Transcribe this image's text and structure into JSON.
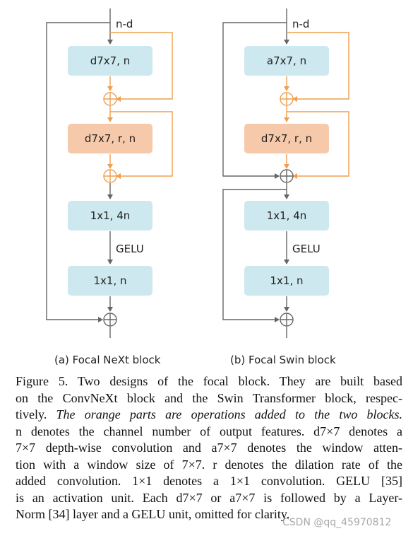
{
  "left": {
    "input_label": "n-d",
    "box1": "d7x7, n",
    "box2": "d7x7, r, n",
    "box3": "1x1, 4n",
    "act": "GELU",
    "box4": "1x1, n",
    "sublabel": "(a) Focal NeXt block"
  },
  "right": {
    "input_label": "n-d",
    "box1": "a7x7, n",
    "box2": "d7x7, r, n",
    "box3": "1x1, 4n",
    "act": "GELU",
    "box4": "1x1, n",
    "sublabel": "(b) Focal Swin block"
  },
  "colors": {
    "blue_box": "#cde8ef",
    "orange_box": "#f6c9aa",
    "orange_line": "#ef9f4e",
    "gray_line": "#666666",
    "ref_green": "#2bb32b"
  },
  "caption": {
    "l1": "Figure 5.  Two designs of the focal block.  They are built based",
    "l2": "on the ConvNeXt block and the Swin Transformer block, respec-",
    "l3a": "tively. ",
    "l3b": "The orange parts are operations added to the two blocks.",
    "l4": "n denotes the channel number of output features. d7×7 denotes a",
    "l5": "7×7 depth-wise convolution and a7×7 denotes the window atten-",
    "l6": "tion with a window size of 7×7. r denotes the dilation rate of the",
    "l7": "added convolution.  1×1 denotes a 1×1 convolution.  GELU [35]",
    "l8": "is an activation unit. Each d7×7 or a7×7 is followed by a Layer-",
    "l9": "Norm [34] layer and a GELU unit, omitted for clarity."
  },
  "watermark": "CSDN @qq_45970812"
}
